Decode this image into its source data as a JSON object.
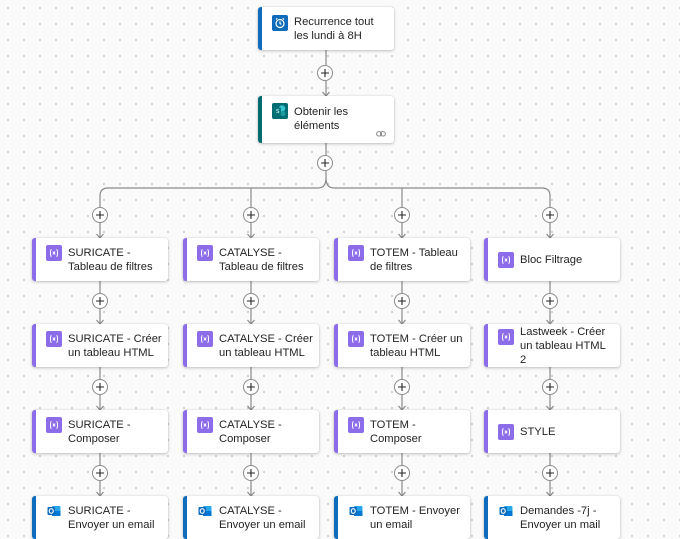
{
  "colors": {
    "trigger_accent": "#0f6cbd",
    "sharepoint_accent": "#036c70",
    "variable_accent": "#8c6ce8",
    "outlook_accent": "#0f6cbd",
    "connector": "#8a8a8a"
  },
  "flow": {
    "trigger": {
      "label": "Recurrence tout les lundi à 8H",
      "icon": "alarm-clock-icon"
    },
    "get_items": {
      "label": "Obtenir les éléments",
      "icon": "sharepoint-icon"
    },
    "branches": [
      {
        "steps": [
          {
            "label": "SURICATE - Tableau de filtres",
            "icon": "variable-icon"
          },
          {
            "label": "SURICATE - Créer un tableau HTML",
            "icon": "variable-icon"
          },
          {
            "label": "SURICATE - Composer",
            "icon": "variable-icon"
          },
          {
            "label": "SURICATE - Envoyer un email",
            "icon": "outlook-icon"
          }
        ]
      },
      {
        "steps": [
          {
            "label": "CATALYSE - Tableau de filtres",
            "icon": "variable-icon"
          },
          {
            "label": "CATALYSE - Créer un tableau HTML",
            "icon": "variable-icon"
          },
          {
            "label": "CATALYSE - Composer",
            "icon": "variable-icon"
          },
          {
            "label": "CATALYSE - Envoyer un email",
            "icon": "outlook-icon"
          }
        ]
      },
      {
        "steps": [
          {
            "label": "TOTEM - Tableau de filtres",
            "icon": "variable-icon"
          },
          {
            "label": "TOTEM - Créer un tableau HTML",
            "icon": "variable-icon"
          },
          {
            "label": "TOTEM - Composer",
            "icon": "variable-icon"
          },
          {
            "label": "TOTEM - Envoyer un email",
            "icon": "outlook-icon"
          }
        ]
      },
      {
        "steps": [
          {
            "label": "Bloc Filtrage",
            "icon": "variable-icon"
          },
          {
            "label": "Lastweek - Créer un tableau HTML 2",
            "icon": "variable-icon"
          },
          {
            "label": "STYLE",
            "icon": "variable-icon"
          },
          {
            "label": "Demandes -7j - Envoyer un mail",
            "icon": "outlook-icon"
          }
        ]
      }
    ]
  }
}
